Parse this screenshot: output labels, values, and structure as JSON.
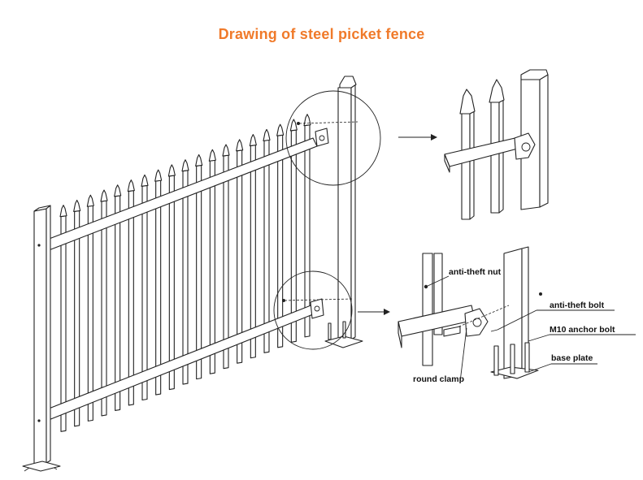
{
  "title": "Drawing of steel picket fence",
  "title_color": "#f07a2a",
  "labels": {
    "anti_theft_nut": "anti-theft nut",
    "anti_theft_bolt": "anti-theft bolt",
    "m10_anchor_bolt": "M10 anchor bolt",
    "base_plate": "base plate",
    "round_clamp": "round clamp"
  },
  "picket_count": 19
}
